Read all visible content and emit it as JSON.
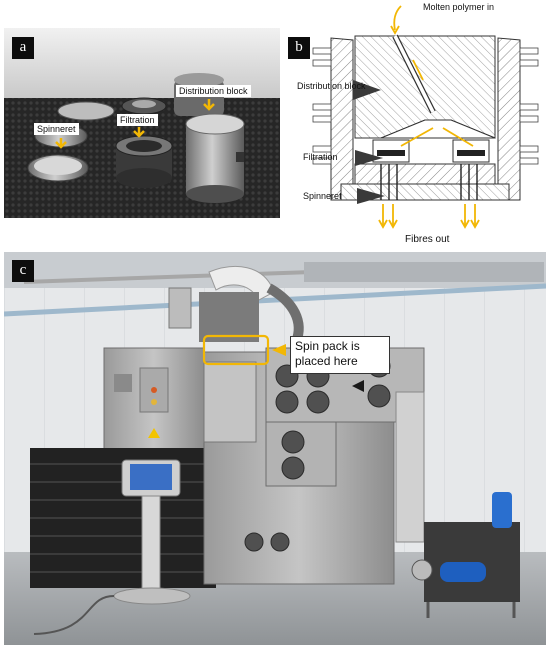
{
  "panel_a": {
    "tag": "a",
    "labels": {
      "distribution_block": "Distribution block",
      "filtration": "Filtration",
      "spinneret": "Spinneret"
    }
  },
  "panel_b": {
    "tag": "b",
    "labels": {
      "molten_polymer_in": "Molten polymer in",
      "distribution_block": "Distribution block",
      "filtration": "Filtration",
      "spinneret": "Spinneret",
      "fibres_out": "Fibres out"
    }
  },
  "panel_c": {
    "tag": "c",
    "callout_line1": "Spin pack is",
    "callout_line2": "placed here"
  },
  "colors": {
    "accent_yellow": "#f2b705",
    "arrow_dark": "#3a3a3a"
  }
}
